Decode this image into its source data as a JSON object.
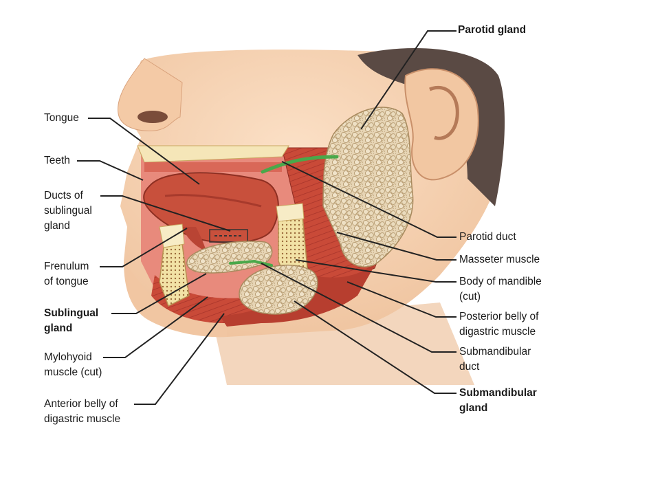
{
  "diagram": {
    "labels": {
      "parotid_gland": [
        "Parotid gland"
      ],
      "tongue": [
        "Tongue"
      ],
      "teeth": [
        "Teeth"
      ],
      "ducts_sublingual": [
        "Ducts of",
        "sublingual",
        "gland"
      ],
      "frenulum": [
        "Frenulum",
        "of tongue"
      ],
      "sublingual_gland": [
        "Sublingual",
        "gland"
      ],
      "mylohyoid": [
        "Mylohyoid",
        "muscle (cut)"
      ],
      "anterior_digastric": [
        "Anterior belly of",
        "digastric muscle"
      ],
      "parotid_duct": [
        "Parotid duct"
      ],
      "masseter": [
        "Masseter muscle"
      ],
      "body_mandible": [
        "Body of mandible",
        "(cut)"
      ],
      "posterior_digastric": [
        "Posterior belly of",
        "digastric muscle"
      ],
      "submandibular_duct": [
        "Submandibular",
        "duct"
      ],
      "submandibular_gland": [
        "Submandibular",
        "gland"
      ]
    },
    "colors": {
      "skin": "#f6d2b2",
      "skin_shadow": "#e8b58f",
      "hair": "#5a4a44",
      "muscle": "#c94a38",
      "muscle_dark": "#a8342a",
      "tongue": "#c8503c",
      "gland": "#e6d4b4",
      "gland_dark": "#b79c72",
      "bone": "#f2e2a6",
      "duct": "#4aa84a",
      "leader": "#222222"
    }
  }
}
